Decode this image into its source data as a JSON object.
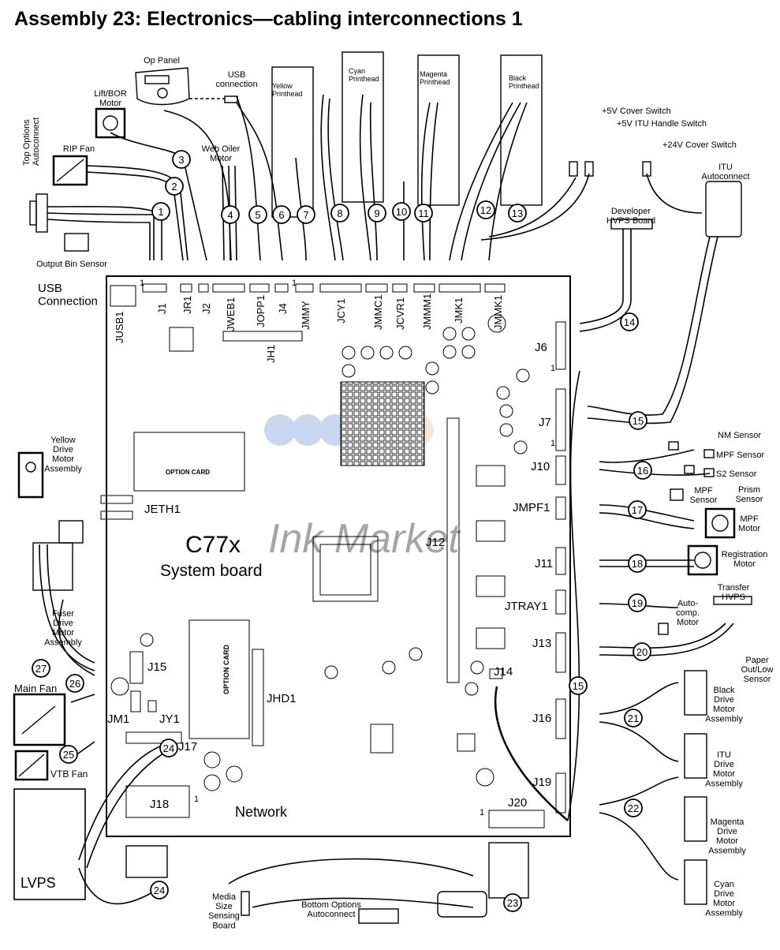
{
  "title": "Assembly 23:  Electronics—cabling interconnections 1",
  "board": {
    "name": "C77x",
    "subtitle": "System board",
    "option_card": "OPTION CARD",
    "network": "Network",
    "watermark": "Ink Market"
  },
  "components": {
    "op_panel": "Op Panel",
    "usb_connection_top": "USB\nconnection",
    "lift_bor_motor": "Lift/BOR\nMotor",
    "rip_fan": "RIP Fan",
    "top_options": "Top Options\nAutoconnect",
    "output_bin_sensor": "Output Bin Sensor",
    "web_oiler_motor": "Web Oiler\nMotor",
    "yellow_printhead": "Yellow\nPrinthead",
    "cyan_printhead": "Cyan\nPrinthead",
    "magenta_printhead": "Magenta\nPrinthead",
    "black_printhead": "Black\nPrinthead",
    "cover_switch_5v": "+5V Cover Switch",
    "itu_handle_switch": "+5V ITU Handle Switch",
    "cover_switch_24v": "+24V Cover Switch",
    "itu_autoconnect": "ITU\nAutoconnect",
    "developer_hvps": "Developer\nHVPS Board",
    "usb_connection_left": "USB\nConnection",
    "nm_sensor": "NM Sensor",
    "mpf_sensor_right": "MPF Sensor",
    "s2_sensor": "S2 Sensor",
    "prism_sensor": "Prism\nSensor",
    "mpf_sensor": "MPF\nSensor",
    "mpf_motor": "MPF\nMotor",
    "registration_motor": "Registration\nMotor",
    "transfer_hvps": "Transfer\nHVPS",
    "autocomp_motor": "Auto-\ncomp.\nMotor",
    "paper_out_low": "Paper\nOut/Low\nSensor",
    "black_drive": "Black\nDrive\nMotor\nAssembly",
    "itu_drive": "ITU\nDrive\nMotor\nAssembly",
    "magenta_drive": "Magenta\nDrive\nMotor\nAssembly",
    "cyan_drive": "Cyan\nDrive\nMotor\nAssembly",
    "yellow_drive": "Yellow\nDrive\nMotor\nAssembly",
    "fuser_drive": "Fuser\nDrive\nMotor\nAssembly",
    "main_fan": "Main Fan",
    "vtb_fan": "VTB Fan",
    "lvps": "LVPS",
    "media_size": "Media\nSize\nSensing\nBoard",
    "bottom_options": "Bottom Options\nAutoconnect"
  },
  "connectors": {
    "JUSB1": "JUSB1",
    "J1": "J1",
    "JR1": "JR1",
    "J2": "J2",
    "JWEB1": "JWEB1",
    "JOPP1": "JOPP1",
    "J4": "J4",
    "JMMY": "JMMY",
    "JCY1": "JCY1",
    "JMMC1": "JMMC1",
    "JCVR1": "JCVR1",
    "JMMM1": "JMMM1",
    "JMK1": "JMK1",
    "JMMK1": "JMMK1",
    "JH1": "JH1",
    "J6": "J6",
    "J7": "J7",
    "J10": "J10",
    "JMPF1": "JMPF1",
    "J11": "J11",
    "JTRAY1": "JTRAY1",
    "J13": "J13",
    "J16": "J16",
    "J19": "J19",
    "J20": "J20",
    "J12": "J12",
    "J14": "J14",
    "JETH1": "JETH1",
    "JHD1": "JHD1",
    "J15": "J15",
    "JM1": "JM1",
    "JY1": "JY1",
    "J17": "J17",
    "J18": "J18",
    "pin1": "1"
  },
  "cables": [
    "1",
    "2",
    "3",
    "4",
    "5",
    "6",
    "7",
    "8",
    "9",
    "10",
    "11",
    "12",
    "13",
    "14",
    "15",
    "15",
    "16",
    "17",
    "18",
    "19",
    "20",
    "21",
    "22",
    "23",
    "24",
    "24",
    "25",
    "26",
    "27"
  ]
}
